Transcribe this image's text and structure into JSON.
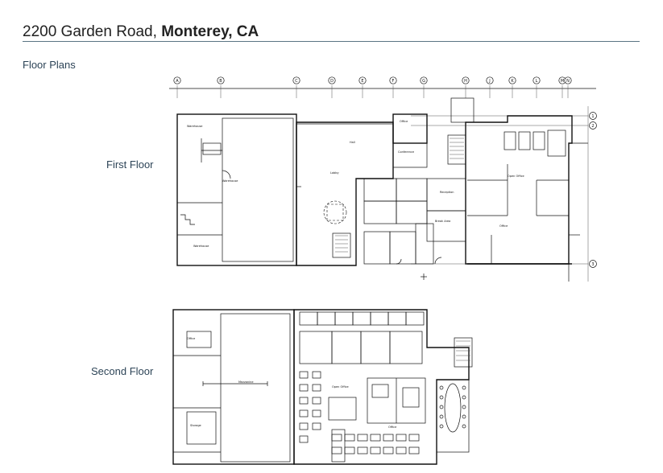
{
  "header": {
    "address": "2200 Garden Road,",
    "city": "Monterey, CA"
  },
  "section_label": "Floor Plans",
  "floors": [
    {
      "label": "First Floor"
    },
    {
      "label": "Second Floor"
    }
  ],
  "grid_labels": [
    "A",
    "B",
    "C",
    "D",
    "E",
    "F",
    "G",
    "H",
    "J",
    "K",
    "L",
    "M",
    "N"
  ],
  "row_labels": [
    "1",
    "2",
    "3"
  ]
}
